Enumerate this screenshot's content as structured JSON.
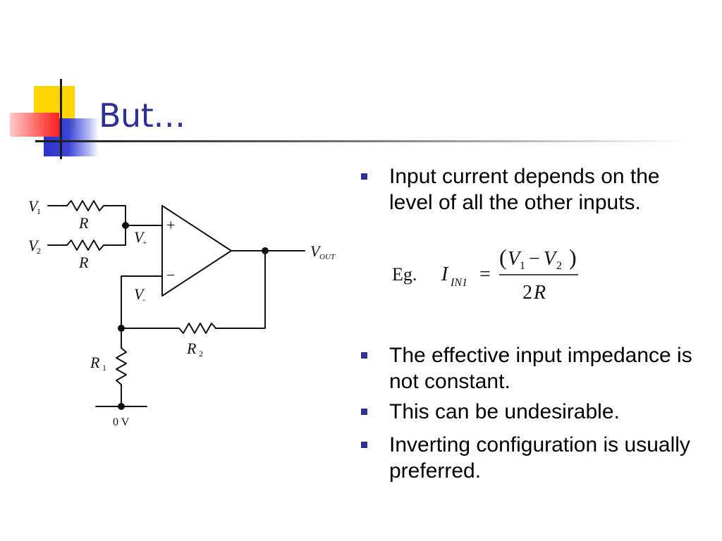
{
  "slide": {
    "title": "But…"
  },
  "circuit": {
    "v1_label": "V",
    "v1_sub": "1",
    "v2_label": "V",
    "v2_sub": "2",
    "r_top_label": "R",
    "r_bottom_label": "R",
    "plus_symbol": "+",
    "minus_symbol": "−",
    "vplus_label": "V",
    "vplus_sub": "+",
    "vminus_label": "V",
    "vminus_sub": "-",
    "vout_label": "V",
    "vout_sub": "OUT",
    "r2_label": "R",
    "r2_sub": "2",
    "r1_label": "R",
    "r1_sub": "1",
    "ground_label": "0 V"
  },
  "bullets": [
    {
      "text": "Input current depends on the level of all the other inputs."
    },
    {
      "text": "The effective input impedance is not constant."
    },
    {
      "text": "This can be undesirable."
    },
    {
      "text": "Inverting configuration is usually preferred."
    }
  ],
  "equation": {
    "prefix": "Eg.",
    "lhs_symbol": "I",
    "lhs_sub": "IN1",
    "equals": "=",
    "num_open": "(",
    "num_v1": "V",
    "num_v1_sub": "1",
    "num_minus": "−",
    "num_v2": "V",
    "num_v2_sub": "2",
    "num_close": ")",
    "den_coeff": "2",
    "den_symbol": "R"
  },
  "colors": {
    "title": "#2e3192",
    "bullet_marker": "#2e3192",
    "deco_yellow": "#ffd400",
    "deco_red": "#ff2020",
    "deco_blue": "#2b33c8"
  }
}
